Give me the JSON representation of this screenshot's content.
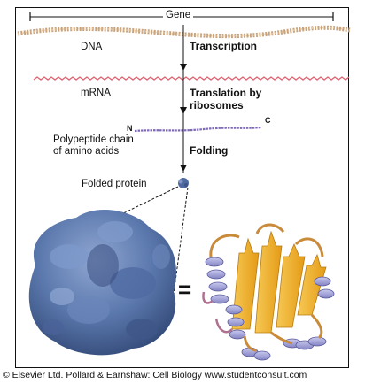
{
  "gene_label": "Gene",
  "labels": {
    "dna": "DNA",
    "mrna": "mRNA",
    "polypeptide_line1": "Polypeptide chain",
    "polypeptide_line2": "of amino acids",
    "folded": "Folded protein",
    "n_terminus": "N",
    "c_terminus": "C"
  },
  "steps": {
    "transcription": "Transcription",
    "translation_line1": "Translation by",
    "translation_line2": "ribosomes",
    "folding": "Folding"
  },
  "equals_sign": "=",
  "credit": "© Elsevier Ltd. Pollard & Earnshaw: Cell Biology www.studentconsult.com",
  "colors": {
    "dna": "#d9b48a",
    "mrna": "#e0616f",
    "polypeptide": "#7e6ab8",
    "surface": "#5f7fb3",
    "helix": "#a9a9dd",
    "strand": "#f2b631"
  }
}
